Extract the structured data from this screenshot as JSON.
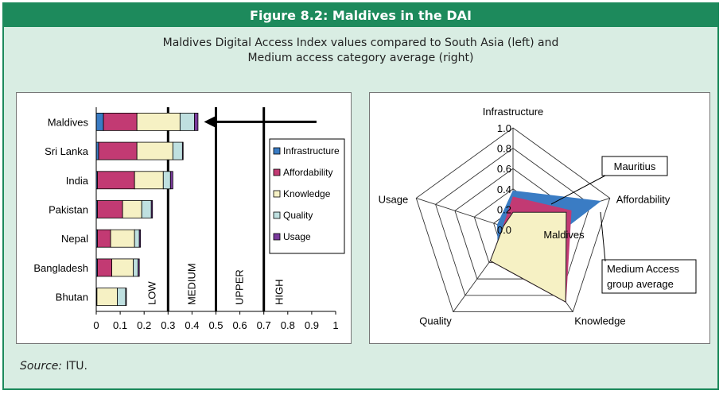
{
  "figure": {
    "title": "Figure 8.2: Maldives in the DAI",
    "subtitle_line1": "Maldives Digital Access Index values compared to South Asia (left) and",
    "subtitle_line2": "Medium access category average (right)",
    "source_label": "Source:",
    "source_value": "ITU."
  },
  "chart_data": [
    {
      "type": "bar",
      "orientation": "horizontal",
      "stacked": true,
      "categories": [
        "Maldives",
        "Sri Lanka",
        "India",
        "Pakistan",
        "Nepal",
        "Bangladesh",
        "Bhutan"
      ],
      "series": [
        {
          "name": "Infrastructure",
          "color": "#3a7cc4",
          "values": [
            0.03,
            0.01,
            0.005,
            0.005,
            0.005,
            0.005,
            0.003
          ]
        },
        {
          "name": "Affordability",
          "color": "#c23a73",
          "values": [
            0.14,
            0.16,
            0.155,
            0.105,
            0.055,
            0.06,
            0.0
          ]
        },
        {
          "name": "Knowledge",
          "color": "#f6f1c4",
          "values": [
            0.18,
            0.15,
            0.12,
            0.08,
            0.1,
            0.09,
            0.085
          ]
        },
        {
          "name": "Quality",
          "color": "#bfe0e0",
          "values": [
            0.06,
            0.04,
            0.03,
            0.04,
            0.02,
            0.02,
            0.035
          ]
        },
        {
          "name": "Usage",
          "color": "#7a3a9c",
          "values": [
            0.015,
            0.003,
            0.01,
            0.005,
            0.005,
            0.005,
            0.003
          ]
        }
      ],
      "xlim": [
        0,
        1
      ],
      "xticks": [
        "0",
        "0.1",
        "0.2",
        "0.3",
        "0.4",
        "0.5",
        "0.6",
        "0.7",
        "0.8",
        "0.9",
        "1"
      ],
      "thresholds": [
        {
          "label": "LOW",
          "value": 0.3
        },
        {
          "label": "MEDIUM",
          "value": 0.5
        },
        {
          "label": "UPPER",
          "value": 0.7
        },
        {
          "label": "HIGH",
          "value": 0.7
        }
      ],
      "arrow": {
        "from": 0.92,
        "to": 0.45,
        "category": "Maldives"
      },
      "legend_position": "right"
    },
    {
      "type": "radar",
      "axes": [
        "Infrastructure",
        "Affordability",
        "Knowledge",
        "Quality",
        "Usage"
      ],
      "rticks": [
        "0.0",
        "0.2",
        "0.4",
        "0.6",
        "0.8",
        "1.0"
      ],
      "rlim": [
        0,
        1
      ],
      "series": [
        {
          "name": "Mauritius",
          "color": "#3a7cc4",
          "values": [
            0.38,
            0.9,
            0.3,
            0.25,
            0.16
          ]
        },
        {
          "name": "Medium Access group average",
          "color": "#c23a73",
          "values": [
            0.32,
            0.6,
            0.88,
            0.38,
            0.1
          ]
        },
        {
          "name": "Maldives",
          "color": "#f6f1c4",
          "values": [
            0.17,
            0.55,
            0.88,
            0.38,
            0.1
          ]
        }
      ],
      "annotations": [
        "Mauritius",
        "Maldives",
        "Medium Access group average"
      ]
    }
  ]
}
